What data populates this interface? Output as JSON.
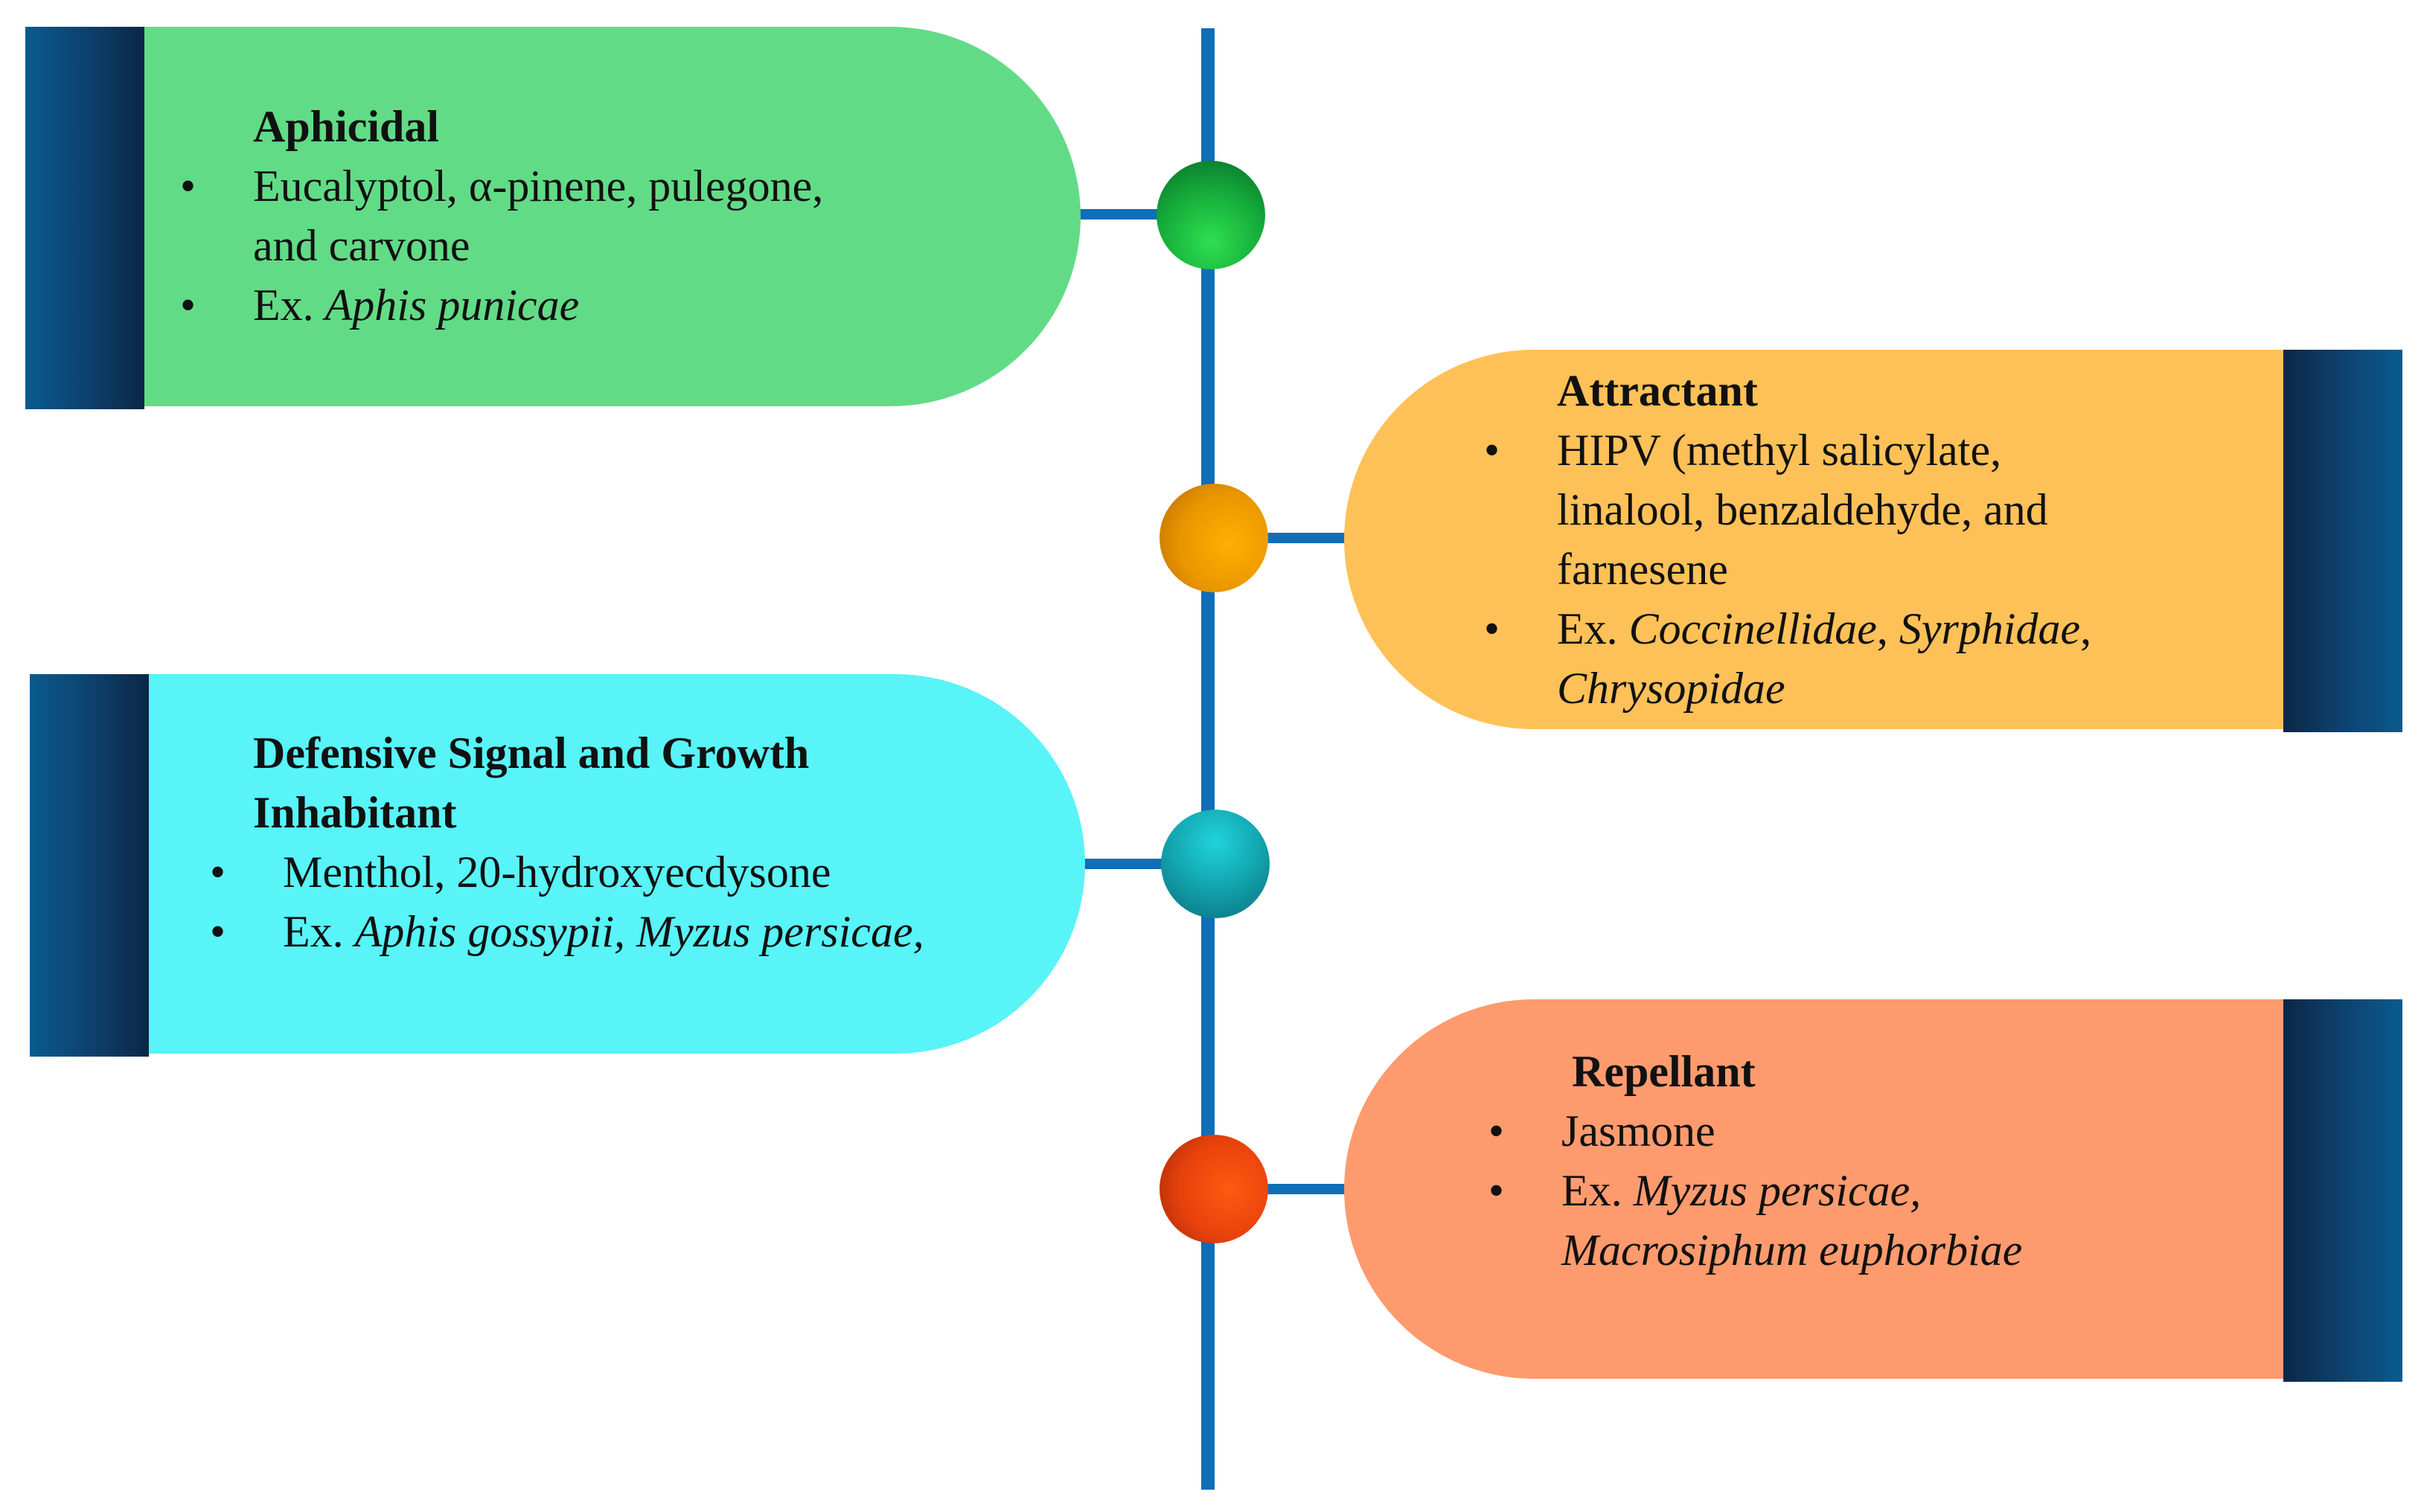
{
  "colors": {
    "spine": "#0e6eb8",
    "bar": "#0d3f6b",
    "aphicidal": "#62db87",
    "attractant": "#fec158",
    "defensive": "#58f4f8",
    "repellant": "#fe9b6e",
    "node_green": "#1db83c",
    "node_orange": "#f0a000",
    "node_teal": "#109ea8",
    "node_red": "#f04a0a"
  },
  "cards": {
    "aphicidal": {
      "title": "Aphicidal",
      "b1_l1": "Eucalyptol, α-pinene, pulegone,",
      "b1_l2": "and carvone",
      "b2_prefix": "Ex. ",
      "b2_species": "Aphis punicae"
    },
    "attractant": {
      "title": "Attractant",
      "b1_l1": "HIPV (methyl salicylate,",
      "b1_l2": "linalool, benzaldehyde, and",
      "b1_l3": "farnesene",
      "b2_prefix": "Ex. ",
      "b2_s1": "Coccinellidae",
      "b2_sep1": ", ",
      "b2_s2": "Syrphidae",
      "b2_sep2": ",",
      "b2_s3": "Chrysopidae"
    },
    "defensive": {
      "title_l1": "Defensive Signal and Growth",
      "title_l2": "Inhabitant",
      "b1": "Menthol, 20-hydroxyecdysone",
      "b2_prefix": "Ex. ",
      "b2_species": "Aphis gossypii, Myzus persicae,"
    },
    "repellant": {
      "title": "Repellant",
      "b1": "Jasmone",
      "b2_prefix": "Ex. ",
      "b2_s1": "Myzus persicae,",
      "b2_s2": "Macrosiphum euphorbiae"
    }
  }
}
